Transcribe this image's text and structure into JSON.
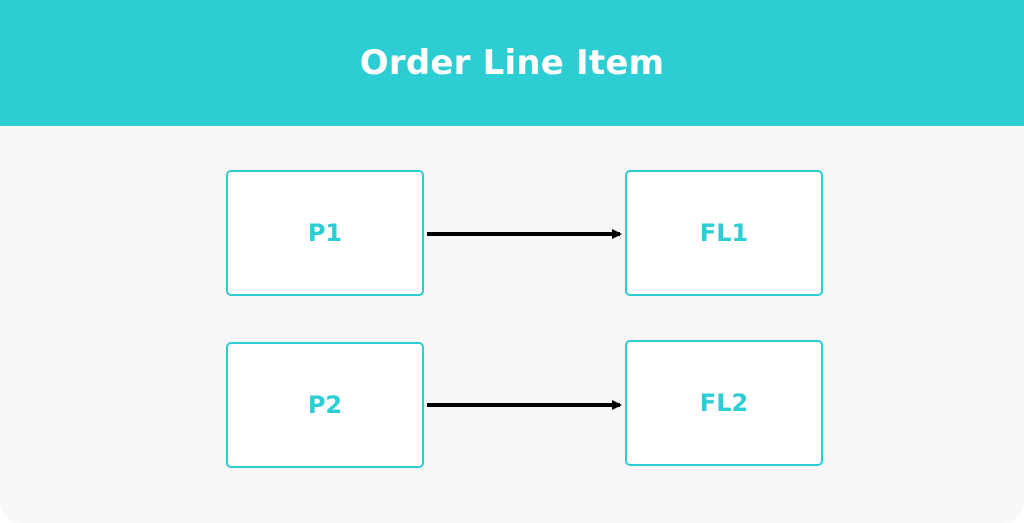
{
  "title": "Order Line Item",
  "colors": {
    "accent": "#2ccdd3",
    "background": "#f7f7f7",
    "node_fill": "#ffffff",
    "arrow": "#000000"
  },
  "nodes": [
    {
      "id": "p1",
      "label": "P1"
    },
    {
      "id": "fl1",
      "label": "FL1"
    },
    {
      "id": "p2",
      "label": "P2"
    },
    {
      "id": "fl2",
      "label": "FL2"
    }
  ],
  "edges": [
    {
      "from": "p1",
      "to": "fl1"
    },
    {
      "from": "p2",
      "to": "fl2"
    }
  ]
}
